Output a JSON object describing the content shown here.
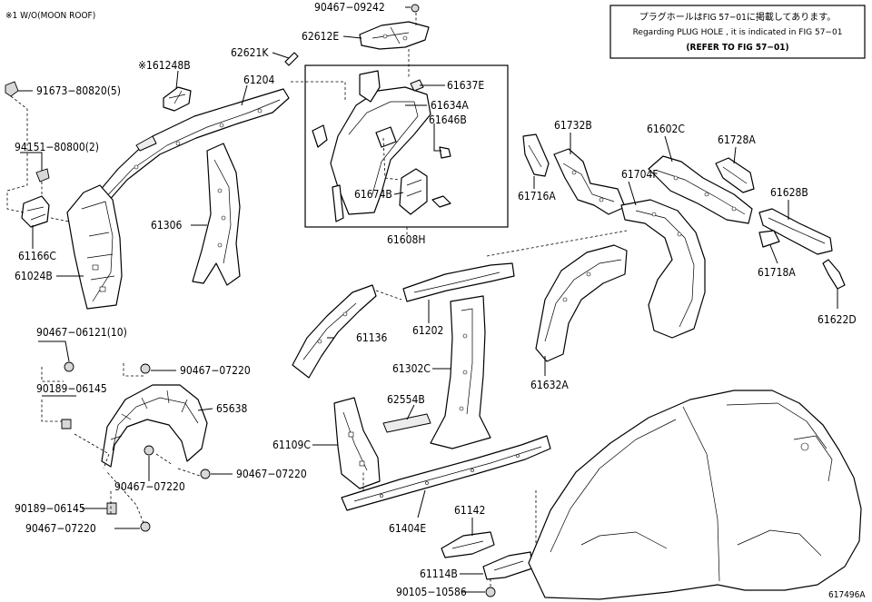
{
  "diagram_code": "617496A",
  "note_moonroof": "※1 W/O(MOON ROOF)",
  "notice": {
    "line_jp": "プラグホールはFIG 57−01に掲載してあります。",
    "line_en": "Regarding PLUG HOLE , it is indicated in FIG 57−01",
    "line_ref": "(REFER TO FIG 57−01)"
  },
  "parts": {
    "p90467_09242": "90467−09242",
    "p62612E": "62612E",
    "p62621K": "62621K",
    "p61248B": "※161248B",
    "p61204": "61204",
    "p61637E": "61637E",
    "p61634A": "61634A",
    "p61646B": "61646B",
    "p61674B": "61674B",
    "p61608H": "61608H",
    "p91673": "91673−80820(5)",
    "p94151": "94151−80800(2)",
    "p61166C": "61166C",
    "p61024B": "61024B",
    "p61306": "61306",
    "p61732B": "61732B",
    "p61716A": "61716A",
    "p61602C": "61602C",
    "p61728A": "61728A",
    "p61704F": "61704F",
    "p61628B": "61628B",
    "p61718A": "61718A",
    "p61622D": "61622D",
    "p61632A": "61632A",
    "p61136": "61136",
    "p61202": "61202",
    "p61302C": "61302C",
    "p62554B": "62554B",
    "p61109C": "61109C",
    "p61404E": "61404E",
    "p61142": "61142",
    "p61114B": "61114B",
    "p90105": "90105−10586",
    "p90467_06121": "90467−06121(10)",
    "p90189_06145_a": "90189−06145",
    "p90467_07220_a": "90467−07220",
    "p65638": "65638",
    "p90467_07220_b": "90467−07220",
    "p90467_07220_c": "90467−07220",
    "p90189_06145_b": "90189−06145",
    "p90467_07220_d": "90467−07220"
  }
}
